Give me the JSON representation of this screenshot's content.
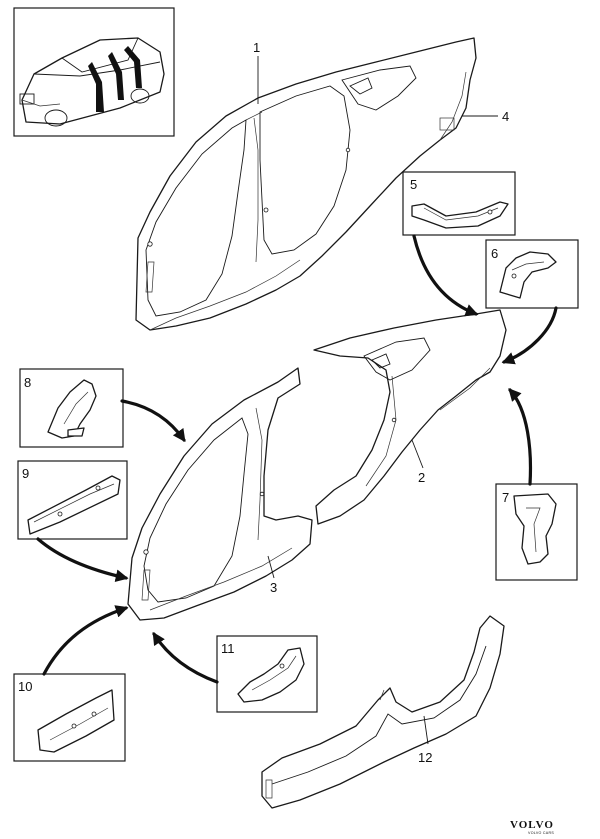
{
  "diagram": {
    "part_numbers": [
      "1",
      "2",
      "3",
      "4",
      "5",
      "6",
      "7",
      "8",
      "9",
      "10",
      "11",
      "12"
    ],
    "brand": {
      "name": "VOLVO",
      "tagline": "VOLVO CARS"
    }
  }
}
